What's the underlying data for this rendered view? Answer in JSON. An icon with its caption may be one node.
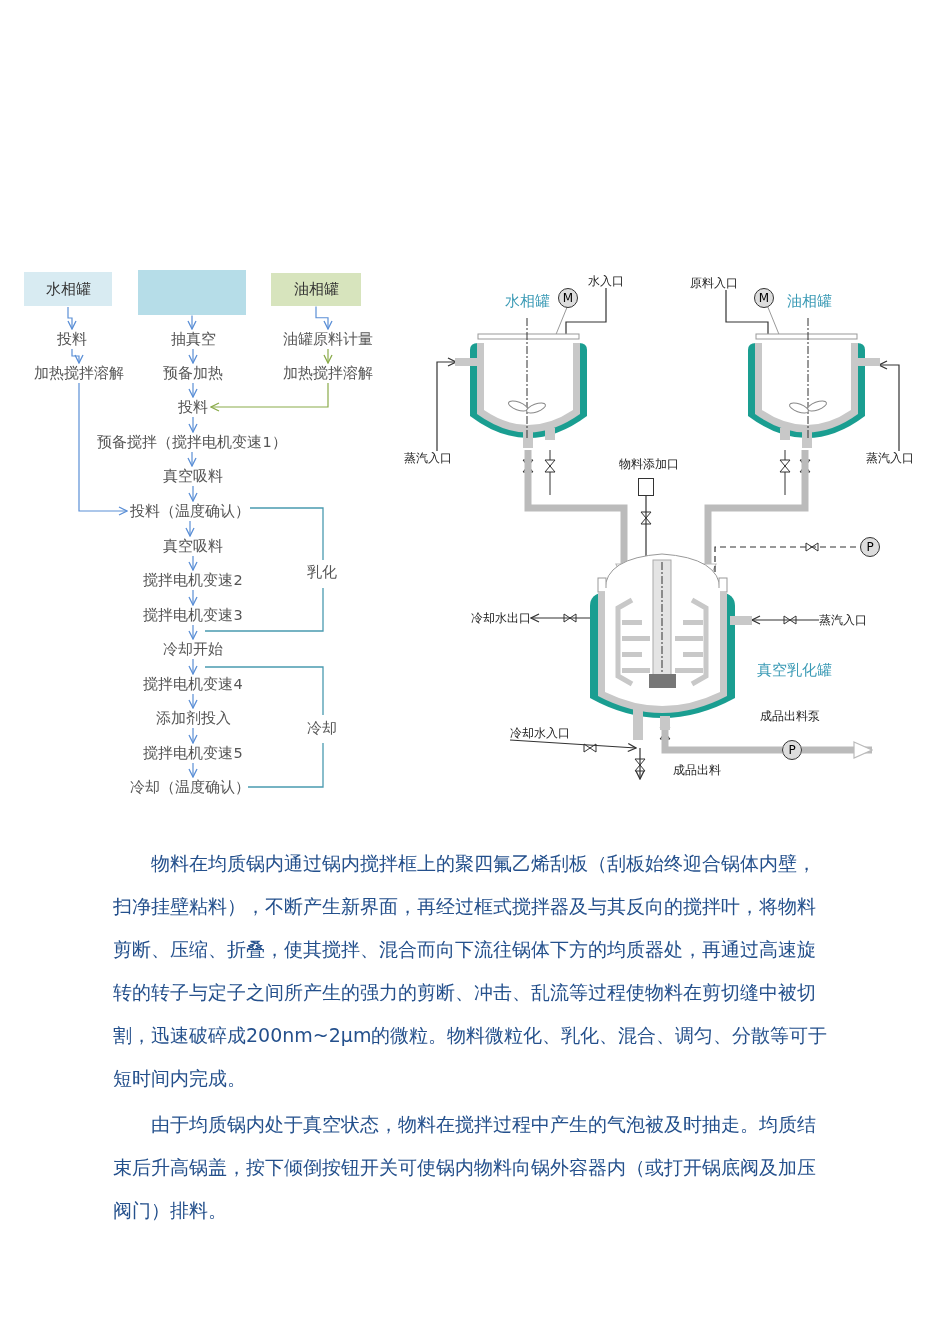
{
  "diagram": {
    "nodes": [
      {
        "text": [
          "水相罐"
        ]
      },
      {
        "text": [],
        "shape": "box"
      },
      {
        "text": [
          "油相罐"
        ]
      },
      {
        "text": [
          "投料"
        ]
      },
      {
        "text": [
          "加热搅拌溶解"
        ]
      },
      {
        "text": [
          "抽真空"
        ]
      },
      {
        "text": [
          "预备加热"
        ]
      },
      {
        "text": [
          "油罐原料计量"
        ]
      },
      {
        "text": [
          "加热搅拌溶解"
        ]
      },
      {
        "text": [
          "投料"
        ]
      },
      {
        "text": [
          "预备搅拌（搅拌电机变速1）"
        ]
      },
      {
        "text": [
          "真空吸料"
        ]
      },
      {
        "text": [
          "投料（温度确认）"
        ]
      },
      {
        "text": [
          "真空吸料"
        ]
      },
      {
        "text": [
          "搅拌电机变速2"
        ]
      },
      {
        "text": [
          "搅拌电机变速3"
        ]
      },
      {
        "text": [
          "冷却开始"
        ]
      },
      {
        "text": [
          "搅拌电机变速4"
        ]
      },
      {
        "text": [
          "添加剂投入"
        ]
      },
      {
        "text": [
          "搅拌电机变速5"
        ]
      },
      {
        "text": [
          "冷却（温度确认）"
        ]
      },
      {
        "text": [
          "水相罐"
        ]
      },
      {
        "text": [
          "油相罐"
        ]
      },
      {
        "text": [
          "真空乳化罐"
        ]
      },
      {
        "text": [
          "水入口"
        ]
      },
      {
        "text": [
          "原料入口"
        ]
      },
      {
        "text": [
          "蒸汽入口"
        ]
      },
      {
        "text": [
          "蒸汽入口"
        ]
      },
      {
        "text": [],
        "shape": "box",
        "beside": [
          "物料添加口"
        ]
      },
      {
        "text": [
          "冷却水出口"
        ]
      },
      {
        "text": [
          "蒸汽入口"
        ]
      },
      {
        "text": [
          "冷却水入口"
        ]
      },
      {
        "text": [
          "P"
        ]
      },
      {
        "text": [
          "P"
        ],
        "beside": [
          "成品出料泵"
        ]
      }
    ],
    "edges": [
      {
        "from": 0,
        "to": 3,
        "arrow": "to"
      },
      {
        "from": 3,
        "to": 4,
        "arrow": "to"
      },
      {
        "from": 1,
        "to": 5,
        "arrow": "to"
      },
      {
        "from": 5,
        "to": 6,
        "arrow": "to"
      },
      {
        "from": 6,
        "to": 9,
        "arrow": "to"
      },
      {
        "from": 2,
        "to": 7,
        "arrow": "to"
      },
      {
        "from": 7,
        "to": 8,
        "arrow": "to",
        "color": "#8aab4a"
      },
      {
        "from": 8,
        "to": 9,
        "arrow": "to",
        "color": "#8aab4a"
      },
      {
        "from": 9,
        "to": 10,
        "arrow": "to"
      },
      {
        "from": 10,
        "to": 11,
        "arrow": "to"
      },
      {
        "from": 11,
        "to": 12,
        "arrow": "to"
      },
      {
        "from": 4,
        "to": 12,
        "arrow": "to"
      },
      {
        "from": 12,
        "to": 13,
        "arrow": "to"
      },
      {
        "from": 13,
        "to": 14,
        "arrow": "to"
      },
      {
        "from": 14,
        "to": 15,
        "arrow": "to"
      },
      {
        "from": 15,
        "to": 16,
        "arrow": "to"
      },
      {
        "from": 16,
        "to": 17,
        "arrow": "to"
      },
      {
        "from": 17,
        "to": 18,
        "arrow": "to"
      },
      {
        "from": 18,
        "to": 19,
        "arrow": "to"
      },
      {
        "from": 19,
        "to": 20,
        "arrow": "to"
      },
      {
        "from": 24,
        "to": 21,
        "arrow": "to",
        "color": "#333333"
      },
      {
        "from": 25,
        "to": 22,
        "arrow": "to",
        "color": "#333333"
      },
      {
        "from": 26,
        "to": 21,
        "arrow": "to",
        "color": "#333333"
      },
      {
        "from": 27,
        "to": 22,
        "arrow": "to",
        "color": "#333333"
      },
      {
        "from": 21,
        "to": 23,
        "arrow": "to",
        "style": "thick",
        "color": "#bbbbbb"
      },
      {
        "from": 22,
        "to": 23,
        "arrow": "to",
        "style": "thick",
        "color": "#bbbbbb"
      },
      {
        "from": 28,
        "to": 23,
        "arrow": "to",
        "color": "#333333"
      },
      {
        "from": 23,
        "to": 29,
        "arrow": "to",
        "color": "#333333"
      },
      {
        "from": 30,
        "to": 23,
        "arrow": "to",
        "color": "#333333"
      },
      {
        "from": 31,
        "to": 23,
        "arrow": "to",
        "color": "#333333"
      },
      {
        "from": 23,
        "to": null,
        "arrow": "to",
        "color": "#333333"
      },
      {
        "from": 23,
        "to": 32,
        "arrow": "none",
        "style": "dashed",
        "color": "#333333"
      },
      {
        "from": 23,
        "to": 33,
        "arrow": "none",
        "style": "thick",
        "color": "#bbbbbb"
      },
      {
        "from": 33,
        "to": null,
        "arrow": "to",
        "style": "thick",
        "color": "#bbbbbb"
      }
    ],
    "labels": [
      "乳化",
      "冷却",
      "M",
      "M",
      "成品出料",
      "物料在均质锅内通过锅内搅拌框上的聚四氟乙烯刮板（刮板始终迎合锅体内壁，扫净挂壁粘料），不断产生新界面，再经过框式搅拌器及与其反向的搅拌叶，将物料剪断、压缩、折叠，使其搅拌、混合而向下流往锅体下方的均质器处，再通过高速旋转的转子与定子之间所产生的强力的剪断、冲击、乱流等过程使物料在剪切缝中被切割，迅速破碎成200nm~2μm的微粒。物料微粒化、乳化、混合、调匀、分散等可于短时间内完成。",
      "由于均质锅内处于真空状态，物料在搅拌过程中产生的气泡被及时抽走。均质结束后升高锅盖，按下倾倒按钮开关可使锅内物料向锅外容器内（或打开锅底阀及加压阀门）排料。"
    ]
  }
}
